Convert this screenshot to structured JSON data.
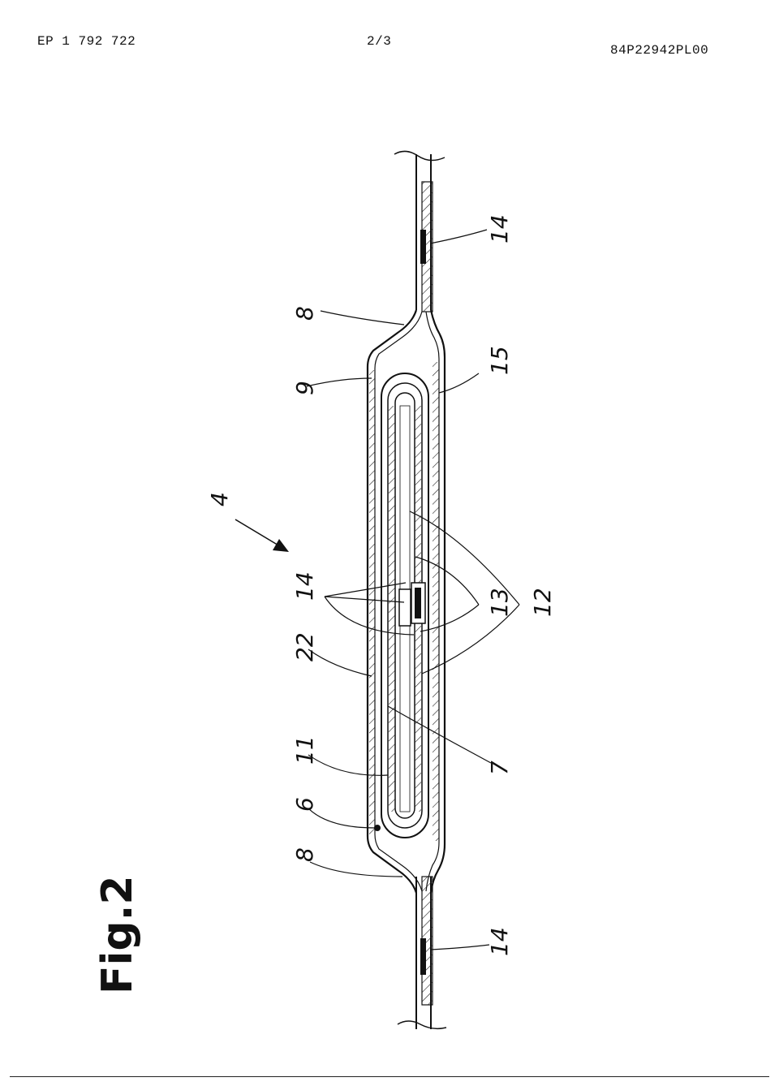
{
  "header": {
    "publication_number": "EP 1 792 722",
    "sheet": "2/3",
    "reference": "84P22942PL00"
  },
  "figure": {
    "title": "Fig.2",
    "labels": {
      "assembly": "4",
      "tab_left": "8",
      "tab_right": "8",
      "item_6": "6",
      "item_11": "11",
      "item_22": "22",
      "item_14_center": "14",
      "item_9": "9",
      "item_7": "7",
      "item_13": "13",
      "item_12": "12",
      "item_15": "15",
      "item_14_bottom": "14",
      "item_14_top": "14"
    }
  }
}
